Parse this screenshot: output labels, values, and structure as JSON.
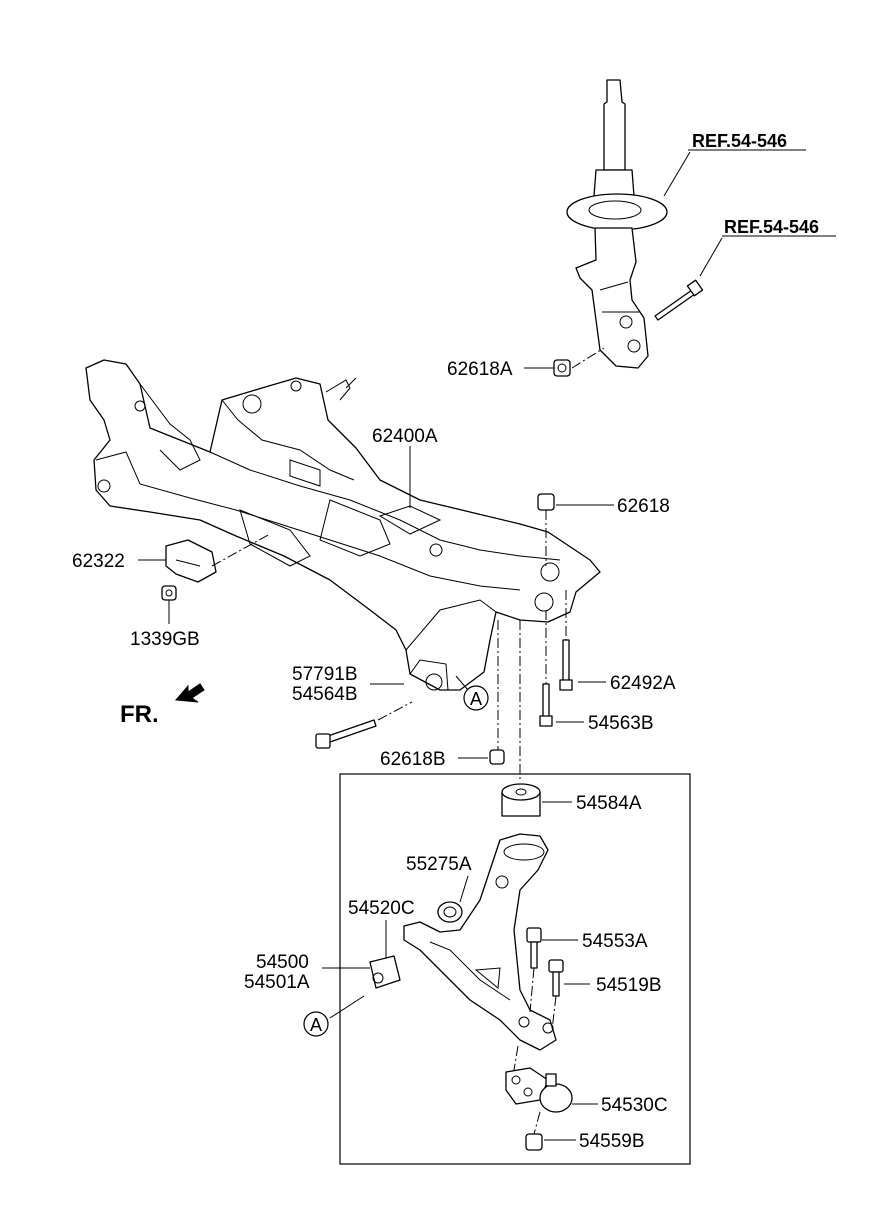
{
  "refs": {
    "ref_strut": "REF.54-546",
    "ref_bolt": "REF.54-546"
  },
  "labels": {
    "p62618A": "62618A",
    "p62400A": "62400A",
    "p62618": "62618",
    "p62322": "62322",
    "p1339GB": "1339GB",
    "p57791B": "57791B",
    "p54564B": "54564B",
    "p62492A": "62492A",
    "p54563B": "54563B",
    "p62618B": "62618B",
    "p54584A": "54584A",
    "p55275A": "55275A",
    "p54520C": "54520C",
    "p54500": "54500",
    "p54501A": "54501A",
    "p54553A": "54553A",
    "p54519B": "54519B",
    "p54530C": "54530C",
    "p54559B": "54559B"
  },
  "markers": {
    "detail_a_upper": "A",
    "detail_a_lower": "A"
  },
  "direction": {
    "front_label": "FR."
  }
}
